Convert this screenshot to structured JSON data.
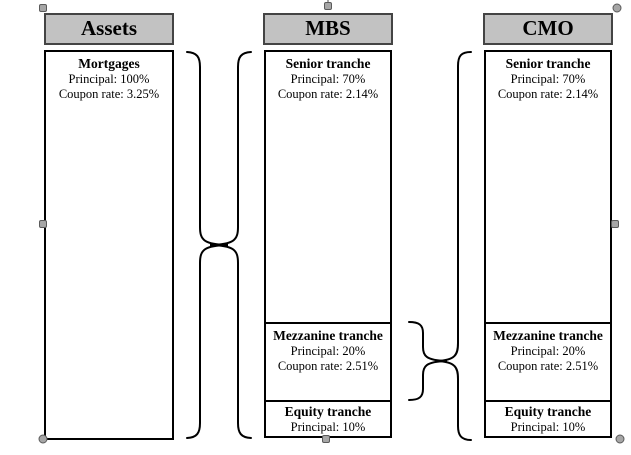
{
  "figure": {
    "title_note": "Securitization structure diagram: Assets pooled into MBS tranches; MBS mezzanine tranche re-tranched into CMO",
    "columns": {
      "assets": {
        "header": "Assets",
        "pool": {
          "title": "Mortgages",
          "line1": "Principal: 100%",
          "line2": "Coupon rate: 3.25%"
        }
      },
      "mbs": {
        "header": "MBS",
        "senior": {
          "title": "Senior tranche",
          "line1": "Principal: 70%",
          "line2": "Coupon rate: 2.14%"
        },
        "mezzanine": {
          "title": "Mezzanine tranche",
          "line1": "Principal: 20%",
          "line2": "Coupon rate: 2.51%"
        },
        "equity": {
          "title": "Equity tranche",
          "line1": "Principal: 10%"
        }
      },
      "cmo": {
        "header": "CMO",
        "senior": {
          "title": "Senior tranche",
          "line1": "Principal: 70%",
          "line2": "Coupon rate: 2.14%"
        },
        "mezzanine": {
          "title": "Mezzanine tranche",
          "line1": "Principal: 20%",
          "line2": "Coupon rate: 2.51%"
        },
        "equity": {
          "title": "Equity tranche",
          "line1": "Principal: 10%"
        }
      }
    },
    "colors": {
      "header_fill": "#c2c2c2",
      "header_border": "#444444",
      "box_border": "#000000",
      "brace_stroke": "#000000",
      "handle_fill": "#a6a6a6",
      "handle_border": "#5a5a5a"
    }
  }
}
